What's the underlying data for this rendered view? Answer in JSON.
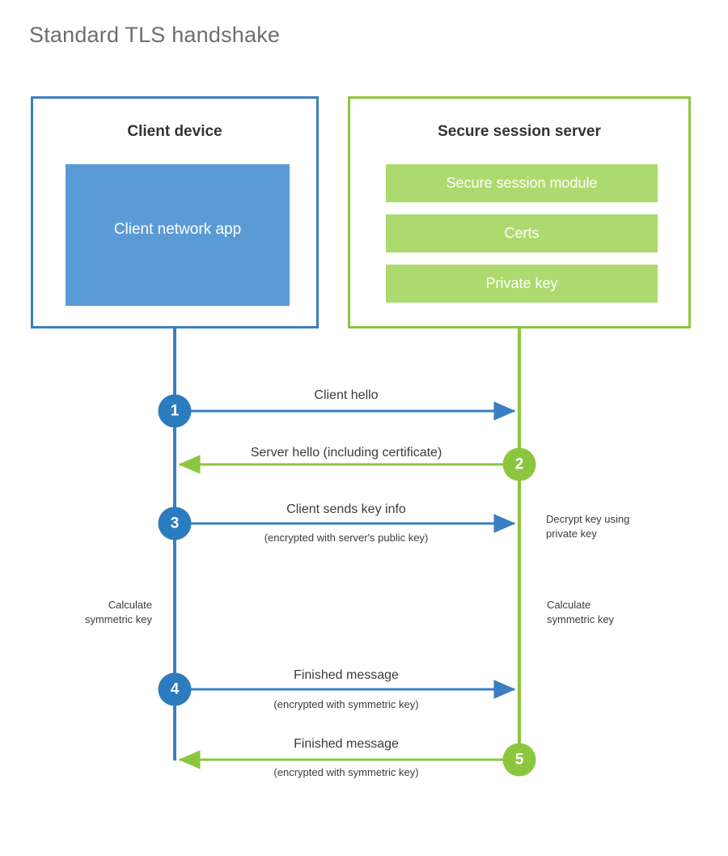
{
  "title": "Standard TLS handshake",
  "colors": {
    "client_border": "#3a7fc1",
    "client_fill": "#5b9bd5",
    "server_border": "#8cc63f",
    "server_fill": "#adda6e",
    "client_arrow": "#3a7fc1",
    "server_arrow": "#8cc63f",
    "step_blue": "#2b7cbf",
    "step_green": "#8cc63f",
    "title_text": "#6e6e6e",
    "body_text": "#3b3b3b"
  },
  "client": {
    "title": "Client device",
    "app_label": "Client network app"
  },
  "server": {
    "title": "Secure session server",
    "modules": [
      {
        "label": "Secure session module"
      },
      {
        "label": "Certs"
      },
      {
        "label": "Private key"
      }
    ]
  },
  "steps": [
    {
      "number": "1",
      "label": "Client hello",
      "sublabel": "",
      "direction": "client-to-server",
      "color": "blue"
    },
    {
      "number": "2",
      "label": "Server hello (including certificate)",
      "sublabel": "",
      "direction": "server-to-client",
      "color": "green"
    },
    {
      "number": "3",
      "label": "Client sends key info",
      "sublabel": "(encrypted with server's public key)",
      "direction": "client-to-server",
      "color": "blue"
    },
    {
      "number": "4",
      "label": "Finished message",
      "sublabel": "(encrypted with symmetric key)",
      "direction": "client-to-server",
      "color": "blue"
    },
    {
      "number": "5",
      "label": "Finished message",
      "sublabel": "(encrypted with symmetric key)",
      "direction": "server-to-client",
      "color": "green"
    }
  ],
  "notes": {
    "decrypt_key": "Decrypt key using private key",
    "decrypt_key_line1": "Decrypt key using",
    "decrypt_key_line2": "private key",
    "client_calculate_line1": "Calculate",
    "client_calculate_line2": "symmetric key",
    "server_calculate_line1": "Calculate",
    "server_calculate_line2": "symmetric key"
  }
}
